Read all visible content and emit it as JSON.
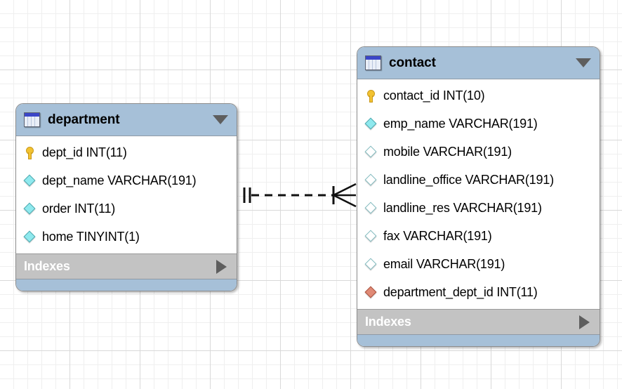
{
  "diagram": {
    "background": "grid",
    "grid_minor_color": "#efefef",
    "grid_major_color": "#d9d9d9"
  },
  "colors": {
    "header_blue": "#a6c0d8",
    "indexes_gray": "#c3c3c3",
    "pk_key_gold": "#f2c231",
    "notnull_diamond_cyan": "#8fe9ee",
    "nullable_diamond_outline": "#7fb9bd",
    "fk_diamond_red": "#e08a76",
    "border_gray": "#8d8d8d",
    "arrow_gray": "#5e5e5e"
  },
  "entities": [
    {
      "id": "department",
      "name": "department",
      "icon": "table-icon",
      "collapse_icon": "chevron-down-icon",
      "indexes_label": "Indexes",
      "indexes_icon": "chevron-right-icon",
      "fields": [
        {
          "label": "dept_id INT(11)",
          "marker": "primary-key"
        },
        {
          "label": "dept_name VARCHAR(191)",
          "marker": "not-null"
        },
        {
          "label": "order INT(11)",
          "marker": "not-null"
        },
        {
          "label": "home TINYINT(1)",
          "marker": "not-null"
        }
      ]
    },
    {
      "id": "contact",
      "name": "contact",
      "icon": "table-icon",
      "collapse_icon": "chevron-down-icon",
      "indexes_label": "Indexes",
      "indexes_icon": "chevron-right-icon",
      "fields": [
        {
          "label": "contact_id INT(10)",
          "marker": "primary-key"
        },
        {
          "label": "emp_name VARCHAR(191)",
          "marker": "not-null"
        },
        {
          "label": "mobile VARCHAR(191)",
          "marker": "nullable"
        },
        {
          "label": "landline_office VARCHAR(191)",
          "marker": "nullable"
        },
        {
          "label": "landline_res VARCHAR(191)",
          "marker": "nullable"
        },
        {
          "label": "fax VARCHAR(191)",
          "marker": "nullable"
        },
        {
          "label": "email VARCHAR(191)",
          "marker": "nullable"
        },
        {
          "label": "department_dept_id INT(11)",
          "marker": "foreign-key"
        }
      ]
    }
  ],
  "relationship": {
    "from": "department",
    "to": "contact",
    "line_style": "dashed",
    "from_cardinality": "one-mandatory",
    "to_cardinality": "many",
    "notation": "crows-foot"
  }
}
